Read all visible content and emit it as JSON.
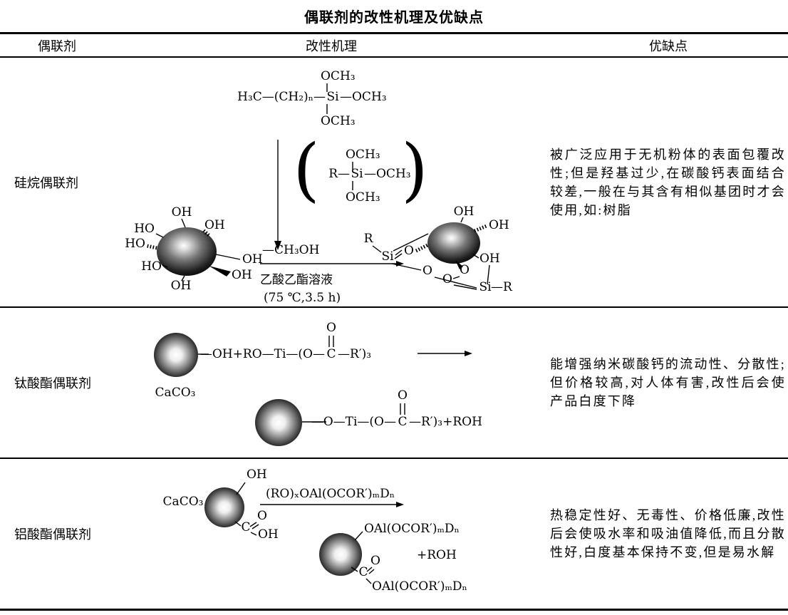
{
  "title": "偶联剂的改性机理及优缺点",
  "header": {
    "col_agent": "偶联剂",
    "col_mechanism": "改性机理",
    "col_pros_cons": "优缺点"
  },
  "rows": [
    {
      "agent": "硅烷偶联剂",
      "pros_cons": "被广泛应用于无机粉体的表面包覆改性;但是羟基过少,在碳酸钙表面结合较差,一般在与其含有相似基团时才会使用,如:树脂"
    },
    {
      "agent": "钛酸酯偶联剂",
      "pros_cons": "能增强纳米碳酸钙的流动性、分散性;但价格较高,对人体有害,改性后会使产品白度下降"
    },
    {
      "agent": "铝酸酯偶联剂",
      "pros_cons": "热稳定性好、无毒性、价格低廉,改性后会使吸水率和吸油值降低,而且分散性好,白度基本保持不变,但是易水解"
    }
  ],
  "formulas": {
    "och3": "OCH₃",
    "alkyl": "H₃C—(CH₂)ₙ—",
    "si": "Si",
    "dash_och3": "—OCH₃",
    "r_dash": "R—",
    "r": "R",
    "dash_r": "—R",
    "oh": "OH",
    "ho": "HO",
    "o": "O",
    "c": "C",
    "paren_l": "(",
    "paren_r": ")",
    "byproduct": "—CH₃OH",
    "solvent": "乙酸乙酯溶液",
    "conditions": "(75 ℃,3.5 h)",
    "caco3": "CaCO₃",
    "ti_react_l": "—OH+RO—Ti—(O—",
    "ti_tail": "—R′)₃",
    "ti_prod_l": "—O—Ti—(O—",
    "ti_prod_tail": "—R′)₃+ROH",
    "al_reagent": "(RO)ₓOAl(OCOR′)ₘDₙ",
    "al_group": "OAl(OCOR′)ₘDₙ",
    "plus_roh": "+ROH"
  },
  "colors": {
    "ink": "#000000",
    "paper": "#ffffff"
  }
}
